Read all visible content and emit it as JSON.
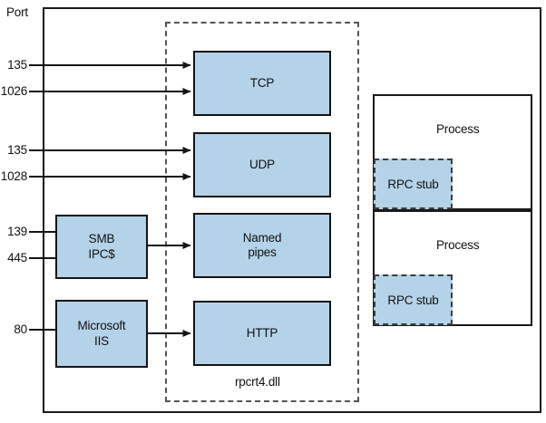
{
  "diagram": {
    "title_label": "Port",
    "outer_container_name": "host-system-boundary",
    "colors": {
      "protocol_fill": "#b4d3e8",
      "stroke": "#141414",
      "dashed_stroke": "#555555",
      "background": "#ffffff"
    },
    "ports": [
      {
        "number": "135",
        "target": "TCP"
      },
      {
        "number": "1026",
        "target": "TCP"
      },
      {
        "number": "135",
        "target": "UDP"
      },
      {
        "number": "1028",
        "target": "UDP"
      },
      {
        "number": "139",
        "target": "SMB IPC$"
      },
      {
        "number": "445",
        "target": "SMB IPC$"
      },
      {
        "number": "80",
        "target": "Microsoft IIS"
      }
    ],
    "services": [
      {
        "line1": "SMB",
        "line2": "IPC$"
      },
      {
        "line1": "Microsoft",
        "line2": "IIS"
      }
    ],
    "transports": [
      {
        "line1": "TCP",
        "line2": ""
      },
      {
        "line1": "UDP",
        "line2": ""
      },
      {
        "line1": "Named",
        "line2": "pipes"
      },
      {
        "line1": "HTTP",
        "line2": ""
      }
    ],
    "rpcrt_label": "rpcrt4.dll",
    "processes": [
      {
        "label": "Process",
        "stub_label": "RPC stub"
      },
      {
        "label": "Process",
        "stub_label": "RPC stub"
      }
    ]
  }
}
